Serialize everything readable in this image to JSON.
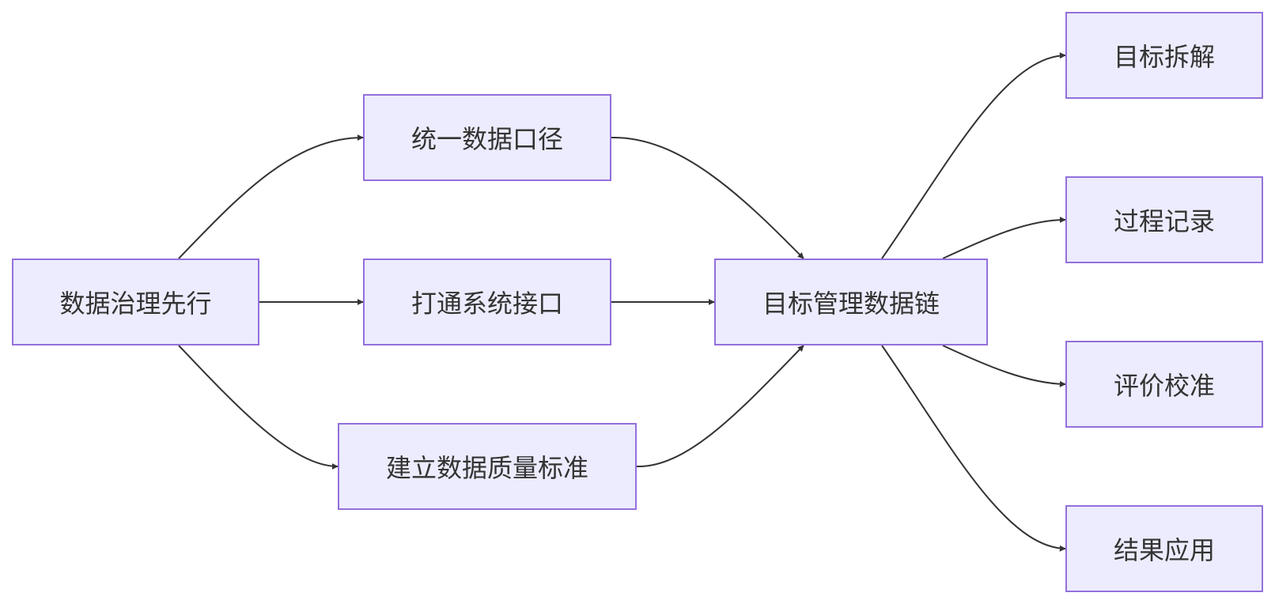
{
  "diagram": {
    "colors": {
      "node_fill": "#ececfe",
      "node_border": "#9370db",
      "edge": "#333333",
      "text": "#333333"
    },
    "nodes": {
      "root": {
        "label": "数据治理先行"
      },
      "unify": {
        "label": "统一数据口径"
      },
      "connect": {
        "label": "打通系统接口"
      },
      "quality": {
        "label": "建立数据质量标准"
      },
      "chain": {
        "label": "目标管理数据链"
      },
      "decompose": {
        "label": "目标拆解"
      },
      "record": {
        "label": "过程记录"
      },
      "calibrate": {
        "label": "评价校准"
      },
      "apply": {
        "label": "结果应用"
      }
    },
    "edges": [
      {
        "from": "root",
        "to": "unify"
      },
      {
        "from": "root",
        "to": "connect"
      },
      {
        "from": "root",
        "to": "quality"
      },
      {
        "from": "unify",
        "to": "chain"
      },
      {
        "from": "connect",
        "to": "chain"
      },
      {
        "from": "quality",
        "to": "chain"
      },
      {
        "from": "chain",
        "to": "decompose"
      },
      {
        "from": "chain",
        "to": "record"
      },
      {
        "from": "chain",
        "to": "calibrate"
      },
      {
        "from": "chain",
        "to": "apply"
      }
    ]
  }
}
